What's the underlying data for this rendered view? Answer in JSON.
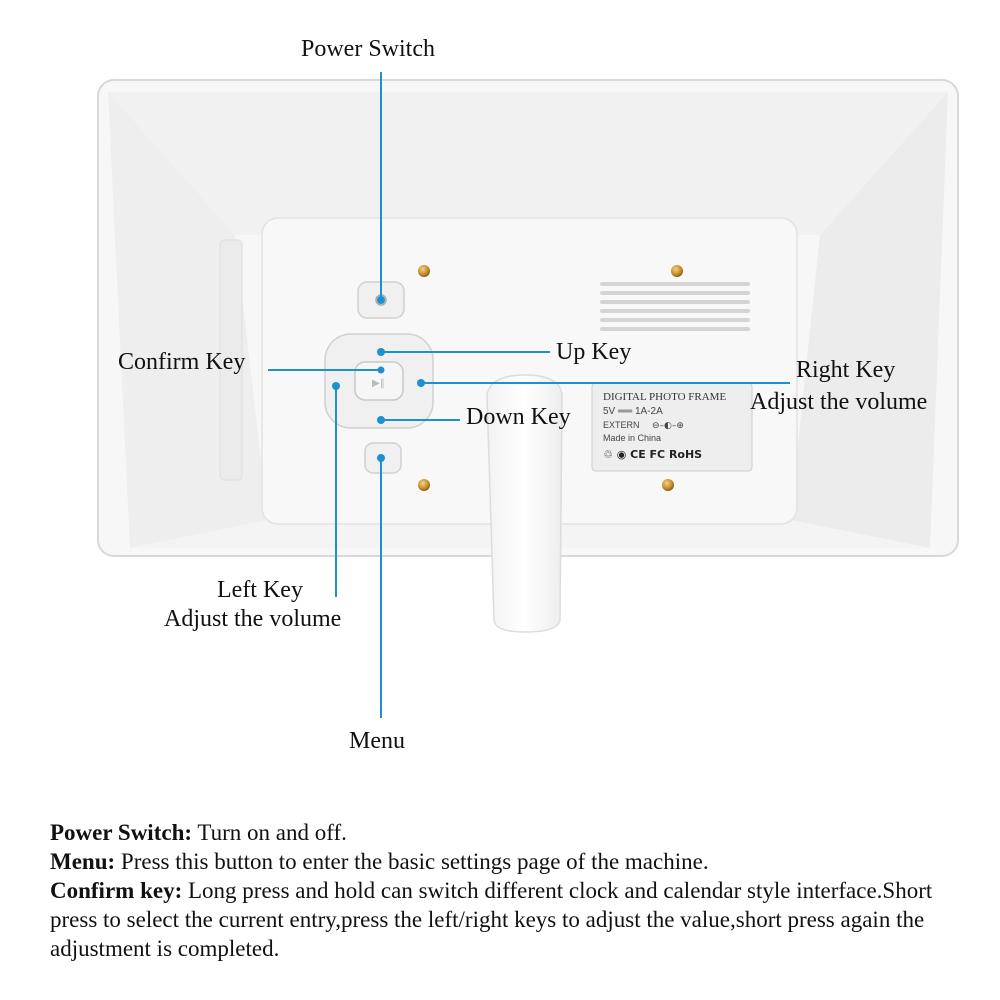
{
  "labels": {
    "power_switch": "Power Switch",
    "confirm_key": "Confirm Key",
    "up_key": "Up Key",
    "right_key": "Right Key",
    "right_key_sub": "Adjust the volume",
    "down_key": "Down Key",
    "left_key": "Left Key",
    "left_key_sub": "Adjust the volume",
    "menu": "Menu"
  },
  "product_label": {
    "title": "DIGITAL PHOTO FRAME",
    "rating": "5V ══ 1A-2A",
    "extern": "EXTERN",
    "polarity": "⊖–◐–⊕",
    "origin": "Made in China",
    "marks": "♲ ◉ CE FC RoHS"
  },
  "descriptions": [
    {
      "term": "Power Switch:",
      "text": " Turn on and off."
    },
    {
      "term": "Menu:",
      "text": " Press this button to enter the basic settings page of the machine."
    },
    {
      "term": "Confirm key:",
      "text": " Long press and hold can switch different clock and calendar style interface.Short press to select the current entry,press the left/right keys to adjust the value,short press again the adjustment is completed."
    }
  ],
  "colors": {
    "callout_line": "#1e90d0",
    "frame": "#fafafa",
    "screw": "#c8902c"
  }
}
